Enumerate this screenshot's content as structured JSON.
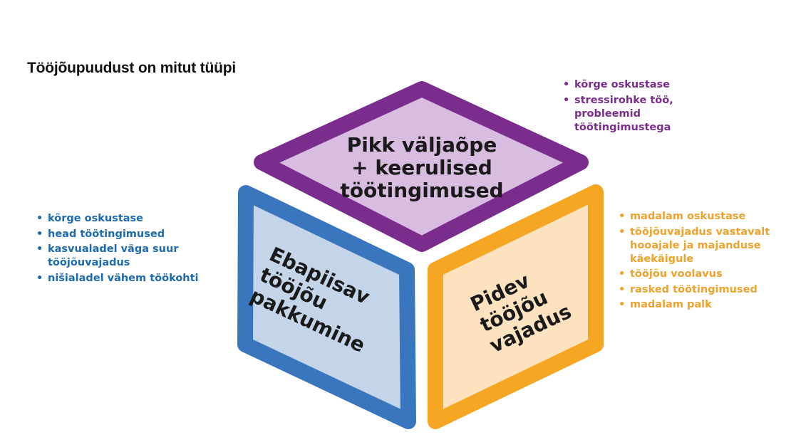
{
  "title": "Tööjõupuudust on mitut tüüpi",
  "colors": {
    "purple_border": "#7b2d8e",
    "purple_fill": "#d9bde0",
    "blue_border": "#3a76bd",
    "blue_fill": "#c4d5ea",
    "orange_border": "#f5a623",
    "orange_fill": "#fde2c0",
    "purple_text": "#7b2d8e",
    "blue_text": "#1d6ab0",
    "orange_text": "#f0a22b"
  },
  "faces": {
    "top": {
      "lines": [
        "Pikk väljaõpe",
        "+ keerulised",
        "töötingimused"
      ]
    },
    "left": {
      "lines": [
        "Ebapiisav",
        "tööjõu",
        "pakkumine"
      ]
    },
    "right": {
      "lines": [
        "Pidev",
        "tööjõu",
        "vajadus"
      ]
    }
  },
  "lists": {
    "purple": [
      "kõrge oskustase",
      "stressirohke töö, probleemid töötingimustega"
    ],
    "blue": [
      "kõrge oskustase",
      "head töötingimused",
      "kasvualadel väga suur tööjõuvajadus",
      "nišialadel vähem töökohti"
    ],
    "orange": [
      "madalam oskustase",
      "tööjõuvajadus vastavalt hooajale ja majanduse käekäigule",
      "tööjõu voolavus",
      "rasked töötingimused",
      "madalam palk"
    ]
  }
}
